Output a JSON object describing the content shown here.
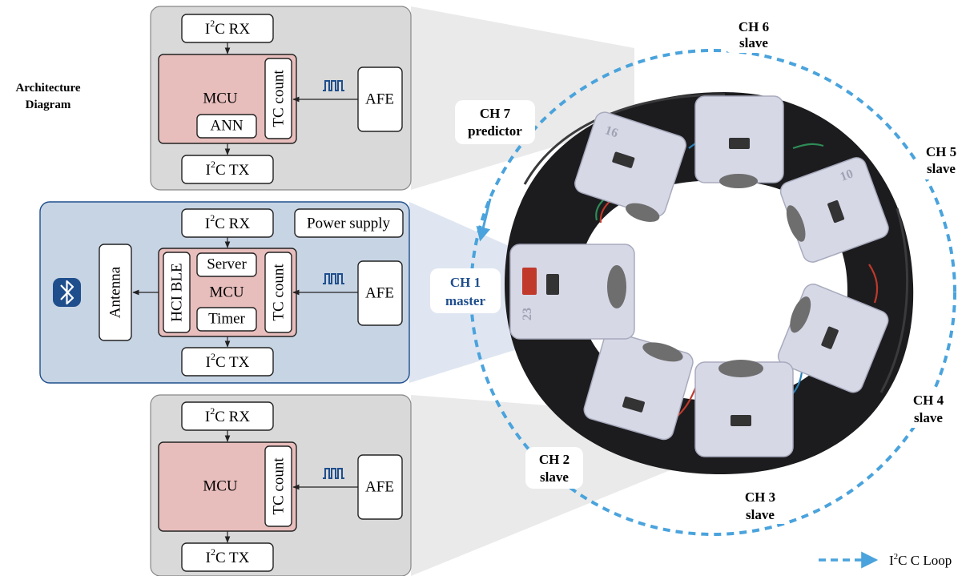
{
  "side_title_line1": "Architecture",
  "side_title_line2": "Diagram",
  "top_module": {
    "i2c_rx": "RX",
    "i2c_tx": "TX",
    "mcu": "MCU",
    "ann": "ANN",
    "tc_count": "TC count",
    "afe": "AFE"
  },
  "mid_module": {
    "i2c_rx": "RX",
    "i2c_tx": "TX",
    "power_supply": "Power supply",
    "antenna": "Antenna",
    "hci_ble": "HCI BLE",
    "server": "Server",
    "mcu": "MCU",
    "timer": "Timer",
    "tc_count": "TC count",
    "afe": "AFE"
  },
  "bottom_module": {
    "i2c_rx": "RX",
    "i2c_tx": "TX",
    "mcu": "MCU",
    "tc_count": "TC count",
    "afe": "AFE"
  },
  "i2c_prefix": "I",
  "i2c_sup": "2",
  "i2c_suffix": "C",
  "channels": [
    {
      "name": "CH 1",
      "role": "master"
    },
    {
      "name": "CH 2",
      "role": "slave"
    },
    {
      "name": "CH 3",
      "role": "slave"
    },
    {
      "name": "CH 4",
      "role": "slave"
    },
    {
      "name": "CH 5",
      "role": "slave"
    },
    {
      "name": "CH 6",
      "role": "slave"
    },
    {
      "name": "CH 7",
      "role": "predictor"
    }
  ],
  "device_numbers": [
    "23",
    "16",
    "10"
  ],
  "legend": {
    "label_suffix": "C Loop"
  },
  "colors": {
    "gray_panel": "#d9d9d9",
    "blue_panel": "#c7d4e4",
    "mcu_fill": "#e8bebd",
    "accent_blue": "#1f4e8c",
    "loop_blue": "#4aa3dc",
    "band": "#1c1c1e",
    "device": "#d6d8e6"
  }
}
